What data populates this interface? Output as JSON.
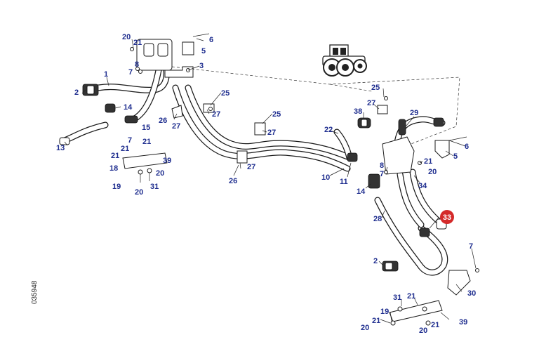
{
  "figure_id": "035948",
  "highlight_color": "#d42a2a",
  "label_color": "#1f2e8f",
  "labels": {
    "l20a": "20",
    "l21a": "21",
    "l6a": "6",
    "l5a": "5",
    "l3": "3",
    "l8a": "8",
    "l7a": "7",
    "l1": "1",
    "l2a": "2",
    "l14a": "14",
    "l25a": "25",
    "l27a": "27",
    "l26a": "26",
    "l27b": "27",
    "l15": "15",
    "l13": "13",
    "l7b": "7",
    "l21b": "21",
    "l21c": "21",
    "l21d": "21",
    "l39a": "39",
    "l18": "18",
    "l20b": "20",
    "l19a": "19",
    "l20c": "20",
    "l31a": "31",
    "l25b": "25",
    "l27c": "27",
    "l22": "22",
    "l27d": "27",
    "l26b": "26",
    "l10": "10",
    "l11": "11",
    "l25c": "25",
    "l27e": "27",
    "l38": "38",
    "l29": "29",
    "l6b": "6",
    "l5b": "5",
    "l21e": "21",
    "l20d": "20",
    "l8b": "8",
    "l7c": "7",
    "l34": "34",
    "l14b": "14",
    "l28": "28",
    "l33": "33",
    "l2b": "2",
    "l7d": "7",
    "l30": "30",
    "l31b": "31",
    "l21f": "21",
    "l19b": "19",
    "l21g": "21",
    "l20e": "20",
    "l39b": "39",
    "l20f": "20",
    "l21h": "21"
  }
}
